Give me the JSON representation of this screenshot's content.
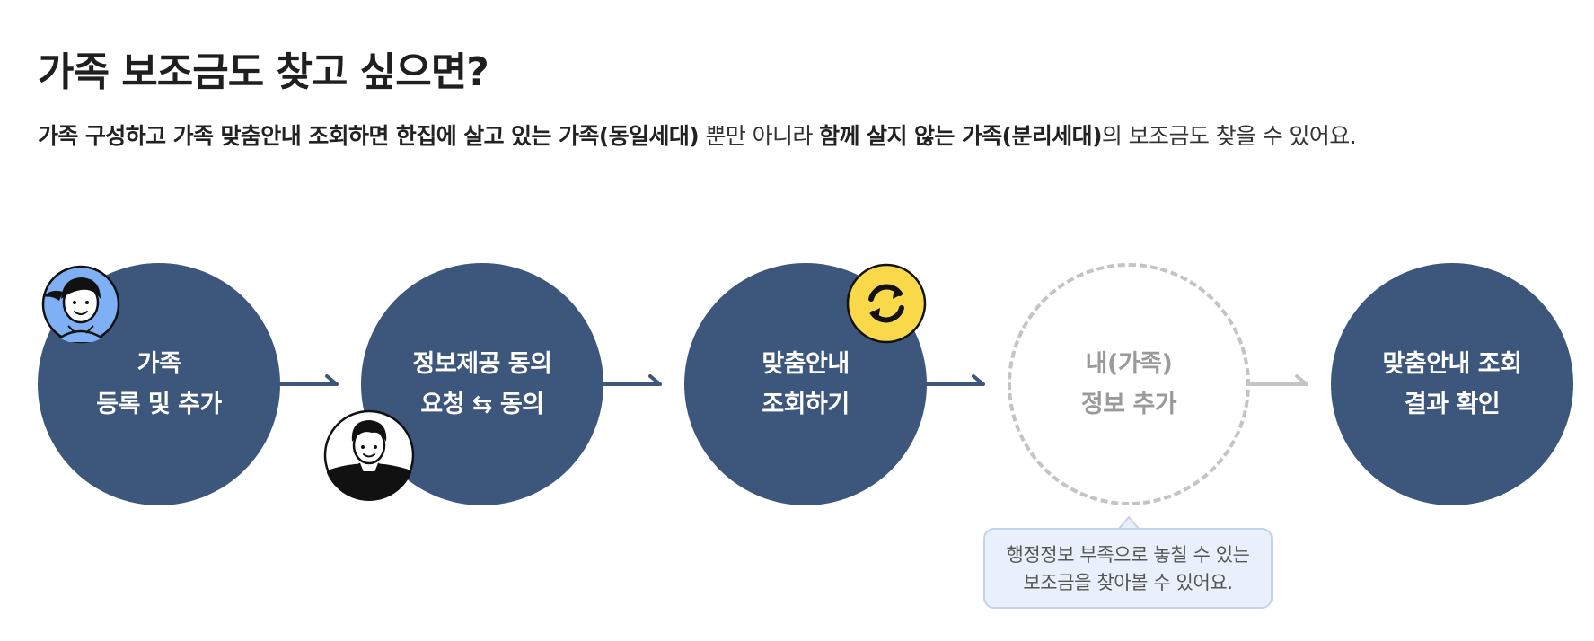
{
  "header": {
    "title": "가족 보조금도 찾고 싶으면?",
    "subtitle": {
      "part1_bold": "가족 구성하고 가족 맞춤안내 조회하면 한집에 살고 있는 가족(동일세대)",
      "part2": " 뿐만 아니라 ",
      "part3_bold": "함께 살지 않는 가족(분리세대)",
      "part4": "의 보조금도 찾을 수 있어요."
    }
  },
  "steps": [
    {
      "line1": "가족",
      "line2": "등록 및 추가",
      "style": "filled"
    },
    {
      "line1": "정보제공 동의",
      "line2": "요청 ⇆ 동의",
      "style": "filled"
    },
    {
      "line1": "맞춤안내",
      "line2": "조회하기",
      "style": "filled"
    },
    {
      "line1": "내(가족)",
      "line2": "정보 추가",
      "style": "dashed"
    },
    {
      "line1": "맞춤안내 조회",
      "line2": "결과 확인",
      "style": "filled"
    }
  ],
  "callout": {
    "line1": "행정정보 부족으로 놓칠 수 있는",
    "line2": "보조금을 찾아볼 수 있어요."
  },
  "icons": [
    "woman-avatar-icon",
    "man-avatar-icon",
    "refresh-icon",
    "arrow-right-icon"
  ],
  "colors": {
    "circle_fill": "#3c567c",
    "dashed_border": "#c4c4c4",
    "badge_yellow": "#f9d84a",
    "avatar_blue": "#7fb0f5",
    "callout_bg": "#eaf0fb",
    "callout_border": "#c5d3e8"
  }
}
